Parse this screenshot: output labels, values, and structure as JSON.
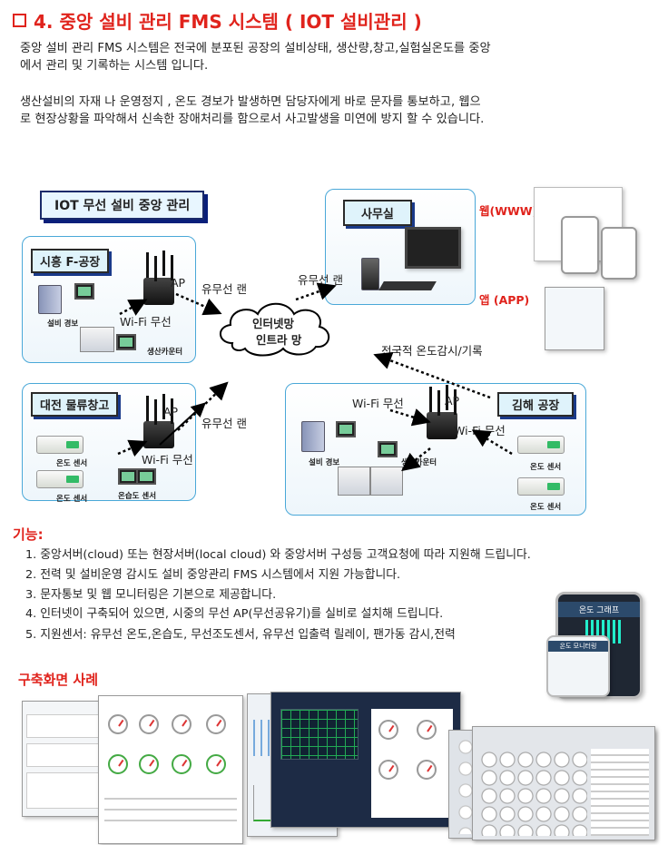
{
  "title": "4. 중앙 설비 관리 FMS 시스템 ( IOT 설비관리 )",
  "intro": {
    "p1_line1": "중앙 설비 관리 FMS 시스템은 전국에 분포된 공장의 설비상태, 생산량,창고,실험실온도를 중앙",
    "p1_line2": "에서 관리 및 기록하는 시스템 입니다.",
    "p2_line1": " 생산설비의 자재 나 운영정지 , 온도 경보가 발생하면 담당자에게 바로 문자를 통보하고, 웹으",
    "p2_line2": "로 현장상황을 파악해서 신속한 장애처리를 함으로서 사고발생을 미연에 방지 할 수 있습니다."
  },
  "diagram": {
    "main_tag": "IOT 무선 설비 중앙 관리",
    "office": "사무실",
    "web": "웹(WWW)",
    "app": "앱 (APP)",
    "factory1": "시흥 F-공장",
    "warehouse": "대전 물류창고",
    "factory2": "김해 공장",
    "internet1": "인터넷망",
    "internet2": "인트라 망",
    "nationwide": "전국적 온도감시/기록",
    "wired_lan": "유무선 랜",
    "ap": "AP",
    "wifi": "Wi-Fi 무선",
    "equipment_alarm": "설비 경보",
    "production_counter": "생산카운터",
    "temp_sensor": "온도 센서",
    "temp_humidity_sensor": "온습도 센서"
  },
  "features": {
    "heading": "기능:",
    "items": [
      "1. 중앙서버(cloud) 또는 현장서버(local cloud) 와 중앙서버 구성등 고객요청에 따라 지원해 드립니다.",
      "2. 전력 및 설비운영 감시도 설비 중앙관리 FMS 시스템에서 지원 가능합니다.",
      "3. 문자통보 및 웹 모니터링은 기본으로 제공합니다.",
      "4. 인터넷이 구축되어 있으면, 시중의 무선 AP(무선공유기)를 실비로 설치해 드립니다.",
      "5. 지원센서: 유무선 온도,온습도, 무선조도센서, 유무선 입출력 릴레이, 팬가동 감시,전력"
    ]
  },
  "examples": {
    "heading": "구축화면 사례",
    "phone_title": "온도 그래프",
    "phone_subtitle": "온도 모니터링"
  },
  "colors": {
    "accent": "#e0231c",
    "panel_border": "#4aa8d8",
    "tag_shadow": "#1a3a8a"
  }
}
